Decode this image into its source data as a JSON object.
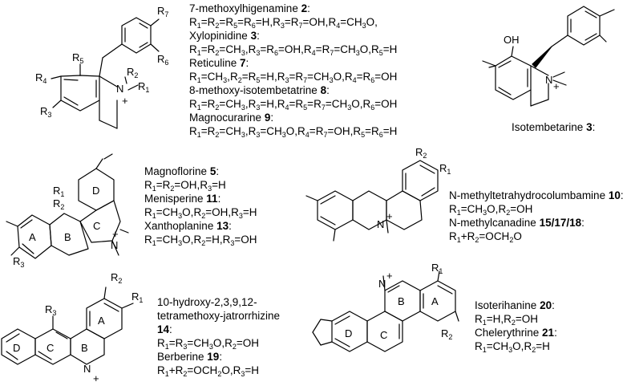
{
  "captions": {
    "top_left": [
      {
        "text": "7-methoxylhigenamine ",
        "num": "2",
        "after": ":"
      },
      {
        "formula": "R1=R2=R5=R6=H,R3=R7=OH,R4=CH3O,"
      },
      {
        "text": "Xylopinidine ",
        "num": "3",
        "after": ":"
      },
      {
        "formula": "R1=R2=CH3,R3=R6=OH,R4=R7=CH3O,R5=H"
      },
      {
        "text": "Reticuline ",
        "num": "7",
        "after": ":"
      },
      {
        "formula": "R1=CH3,R2=R5=H,R3=R7=CH3O,R4=R6=OH"
      },
      {
        "text": "8-methoxy-isotembetatrine ",
        "num": "8",
        "after": ":"
      },
      {
        "formula": "R1=R2=CH3,R3=H,R4=R5=R7=CH3O,R6=OH"
      },
      {
        "text": "Magnocurarine ",
        "num": "9",
        "after": ":"
      },
      {
        "formula": "R1=R2=CH3,R3=CH3O,R4=R7=OH,R5=R6=H"
      }
    ],
    "top_right": [
      {
        "text": "Isotembetarine ",
        "num": "3",
        "after": ":"
      }
    ],
    "mid_left": [
      {
        "text": "Magnoflorine ",
        "num": "5",
        "after": ":"
      },
      {
        "formula": "R1=R2=OH,R3=H"
      },
      {
        "text": "Menisperine ",
        "num": "11",
        "after": ":"
      },
      {
        "formula": "R1=CH3O,R2=OH,R3=H"
      },
      {
        "text": "Xanthoplanine ",
        "num": "13",
        "after": ":"
      },
      {
        "formula": "R1=CH3O,R2=H,R3=OH"
      }
    ],
    "mid_right": [
      {
        "text": "N-methyltetrahydrocolumbamine ",
        "num": "10",
        "after": ":"
      },
      {
        "formula": "R1=CH3O,R2=OH"
      },
      {
        "text": "N-methylcanadine ",
        "num": "15/17/18",
        "after": ":"
      },
      {
        "formula": "R1+R2=OCH2O"
      }
    ],
    "bot_left": [
      {
        "text": "10-hydroxy-2,3,9,12-",
        "num": "",
        "after": ""
      },
      {
        "text": "tetramethoxy-jatrorrhizine",
        "num": "",
        "after": ""
      },
      {
        "text": "",
        "num": "14",
        "after": ":"
      },
      {
        "formula": "R1=R3=CH3O,R2=OH"
      },
      {
        "text": "Berberine ",
        "num": "19",
        "after": ":"
      },
      {
        "formula": "R1+R2=OCH2O,R3=H"
      }
    ],
    "bot_right": [
      {
        "text": "Isoterihanine ",
        "num": "20",
        "after": ":"
      },
      {
        "formula": "R1=H,R2=OH"
      },
      {
        "text": "Chelerythrine ",
        "num": "21",
        "after": ":"
      },
      {
        "formula": "R1=CH3O,R2=H"
      }
    ]
  },
  "labels": {
    "s1": {
      "r7": "R7",
      "r6": "R6",
      "r5": "R5",
      "r4": "R4",
      "r3": "R3",
      "r2": "R2",
      "r1": "R1",
      "n": "N",
      "plus": "+"
    },
    "s2": {
      "oh": "OH",
      "n": "N",
      "plus": "+"
    },
    "s3": {
      "r1": "R1",
      "r2": "R2",
      "r3": "R3",
      "a": "A",
      "b": "B",
      "c": "C",
      "d": "D",
      "n": "N",
      "plus": "+"
    },
    "s4": {
      "r1": "R1",
      "r2": "R2",
      "n": "N",
      "plus": "+"
    },
    "s5": {
      "r1": "R1",
      "r2": "R2",
      "r3": "R3",
      "a": "A",
      "b": "B",
      "c": "C",
      "d": "D",
      "n": "N",
      "plus": "+"
    },
    "s6": {
      "r1": "R1",
      "r2": "R2",
      "a": "A",
      "b": "B",
      "c": "C",
      "d": "D",
      "n": "N",
      "plus": "+"
    }
  }
}
